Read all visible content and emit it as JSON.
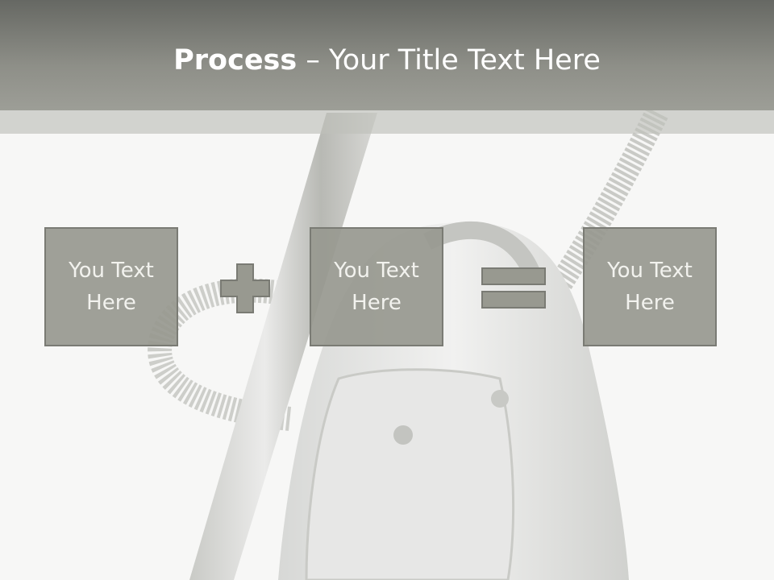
{
  "slide": {
    "title_bold": "Process",
    "title_rest": " – Your Title Text Here",
    "boxes": [
      {
        "text": "You Text Here"
      },
      {
        "text": "You Text Here"
      },
      {
        "text": "You Text Here"
      }
    ]
  },
  "colors": {
    "header": "#8e8f88",
    "box_fill": "#989990",
    "box_border": "#7a7b74",
    "operator_fill": "#989990"
  },
  "icons": [
    "plus-icon",
    "equals-icon"
  ]
}
